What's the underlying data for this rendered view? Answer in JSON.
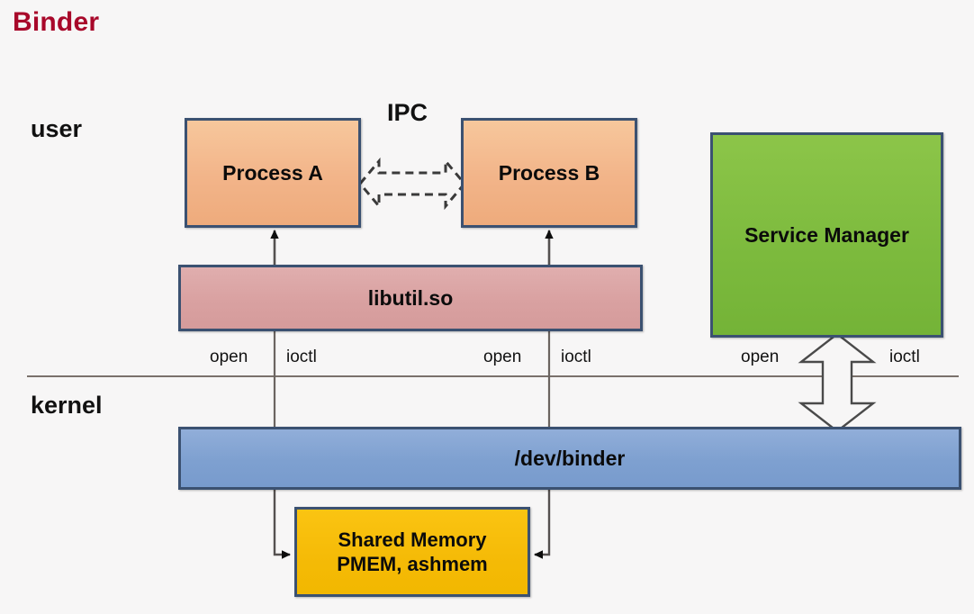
{
  "diagram": {
    "title": "Binder",
    "title_color": "#a8082a",
    "background_color": "#f7f6f6",
    "layers": [
      {
        "id": "user",
        "label": "user"
      },
      {
        "id": "kernel",
        "label": "kernel"
      }
    ],
    "nodes": [
      {
        "id": "process-a",
        "label": "Process A",
        "fill": "#f2b489",
        "border": "#3b5171"
      },
      {
        "id": "process-b",
        "label": "Process B",
        "fill": "#f2b489",
        "border": "#3b5171"
      },
      {
        "id": "service-manager",
        "label": "Service Manager",
        "fill": "#7cba3d",
        "border": "#3b5171"
      },
      {
        "id": "libutil",
        "label": "libutil.so",
        "fill": "#d9a1a1",
        "border": "#3b5171"
      },
      {
        "id": "dev-binder",
        "label": "/dev/binder",
        "fill": "#7ea0d0",
        "border": "#3b5171"
      },
      {
        "id": "shared-memory",
        "label_line1": "Shared Memory",
        "label_line2": "PMEM, ashmem",
        "fill": "#f5bb07",
        "border": "#3b5171"
      }
    ],
    "connector_labels": {
      "ipc": "IPC",
      "a_open": "open",
      "a_ioctl": "ioctl",
      "b_open": "open",
      "b_ioctl": "ioctl",
      "sm_open": "open",
      "sm_ioctl": "ioctl"
    }
  }
}
